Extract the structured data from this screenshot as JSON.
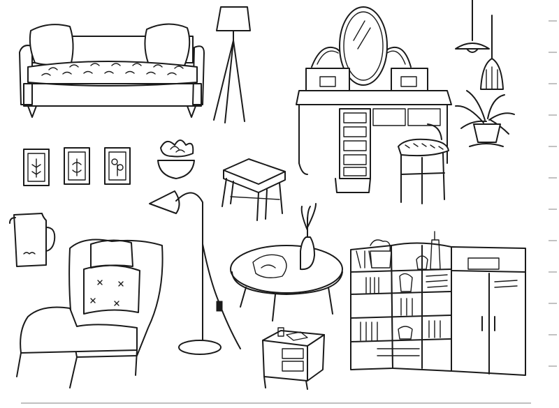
{
  "drawing": {
    "style": "line-art",
    "ink_color": "#1a1a1a",
    "paper_color": "#ffffff",
    "items": [
      {
        "name": "sofa",
        "icon": "sofa-icon"
      },
      {
        "name": "tripod-floor-lamp",
        "icon": "floor-lamp-icon"
      },
      {
        "name": "vanity-dresser",
        "icon": "vanity-icon"
      },
      {
        "name": "oval-mirror",
        "icon": "mirror-icon"
      },
      {
        "name": "pendant-lamp",
        "icon": "pendant-lamp-icon"
      },
      {
        "name": "potted-plant",
        "icon": "plant-icon"
      },
      {
        "name": "vanity-stool",
        "icon": "stool-icon"
      },
      {
        "name": "framed-pictures",
        "icon": "picture-frame-icon"
      },
      {
        "name": "succulent-pot",
        "icon": "succulent-icon"
      },
      {
        "name": "wooden-stool",
        "icon": "stool-icon"
      },
      {
        "name": "water-pitcher",
        "icon": "pitcher-icon"
      },
      {
        "name": "wing-armchair",
        "icon": "armchair-icon"
      },
      {
        "name": "arc-floor-lamp",
        "icon": "floor-lamp-icon"
      },
      {
        "name": "coffee-table",
        "icon": "table-icon"
      },
      {
        "name": "flower-vase",
        "icon": "vase-icon"
      },
      {
        "name": "side-table",
        "icon": "nightstand-icon"
      },
      {
        "name": "bookshelf",
        "icon": "bookshelf-icon"
      }
    ]
  }
}
